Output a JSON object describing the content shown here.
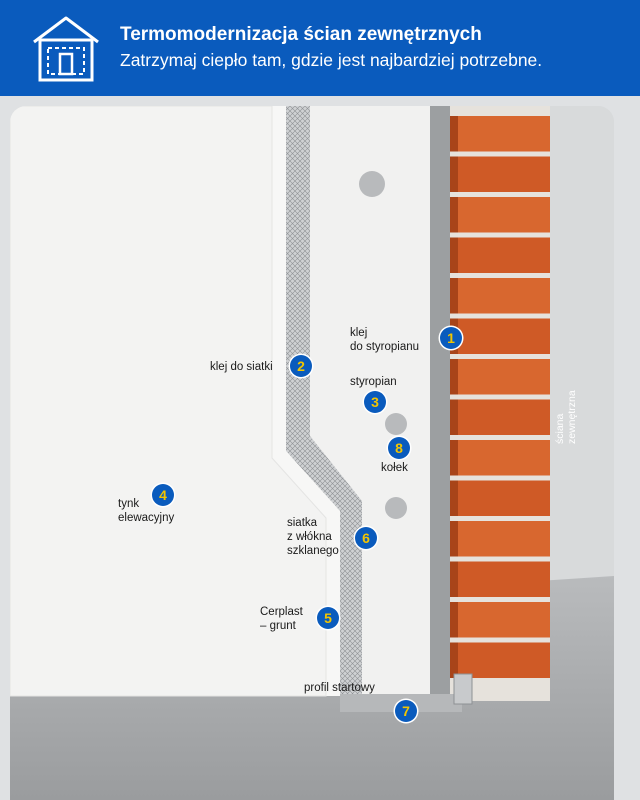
{
  "header": {
    "title": "Termomodernizacja ścian zewnętrznych",
    "subtitle": "Zatrzymaj ciepło tam, gdzie jest najbardziej potrzebne."
  },
  "colors": {
    "brand_blue": "#0a5bbd",
    "badge_number": "#f2c500",
    "brick": "#d2602b",
    "floor": "#a6a8aa"
  },
  "icons": {
    "logo": "house-insulation-icon"
  },
  "labels": [
    {
      "number": "1",
      "text": [
        "klej",
        "do styropianu"
      ]
    },
    {
      "number": "2",
      "text": [
        "klej do siatki"
      ]
    },
    {
      "number": "3",
      "text": [
        "styropian"
      ]
    },
    {
      "number": "4",
      "text": [
        "tynk",
        "elewacyjny"
      ]
    },
    {
      "number": "5",
      "text": [
        "Cerplast",
        "– grunt"
      ]
    },
    {
      "number": "6",
      "text": [
        "siatka",
        "z włókna",
        "szklanego"
      ]
    },
    {
      "number": "7",
      "text": [
        "profil startowy"
      ]
    },
    {
      "number": "8",
      "text": [
        "kołek"
      ]
    }
  ],
  "wall_label": [
    "ściana",
    "zewnętrzna"
  ]
}
